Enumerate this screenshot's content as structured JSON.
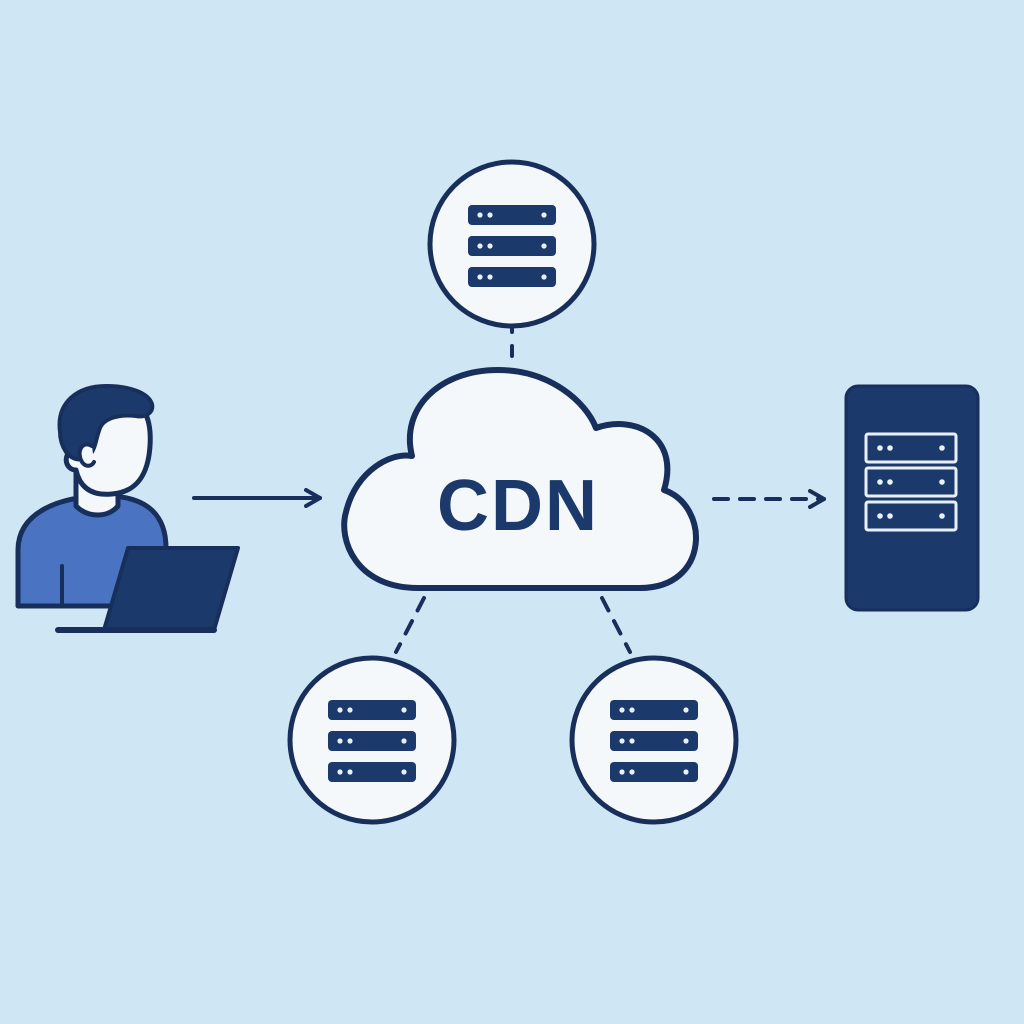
{
  "cloud": {
    "label": "CDN"
  },
  "nodes": {
    "user": {
      "icon": "user-with-laptop-icon"
    },
    "cdn": {
      "icon": "cloud-icon"
    },
    "origin_server": {
      "icon": "server-tower-icon"
    },
    "edge_servers": [
      {
        "icon": "server-rack-icon",
        "position": "top"
      },
      {
        "icon": "server-rack-icon",
        "position": "bottom-left"
      },
      {
        "icon": "server-rack-icon",
        "position": "bottom-right"
      }
    ]
  },
  "connections": [
    {
      "from": "user",
      "to": "cdn",
      "style": "solid-arrow"
    },
    {
      "from": "cdn",
      "to": "origin_server",
      "style": "dashed-arrow"
    },
    {
      "from": "cdn",
      "to": "edge_top",
      "style": "dashed"
    },
    {
      "from": "cdn",
      "to": "edge_bottom_left",
      "style": "dashed"
    },
    {
      "from": "cdn",
      "to": "edge_bottom_right",
      "style": "dashed"
    }
  ],
  "colors": {
    "background": "#cfe7f4",
    "navy": "#1b3a6b",
    "outline": "#172f5a",
    "fill_white": "#f5f8fb",
    "shirt_blue": "#4a73c2",
    "server_dots": "#e8f0fa"
  }
}
